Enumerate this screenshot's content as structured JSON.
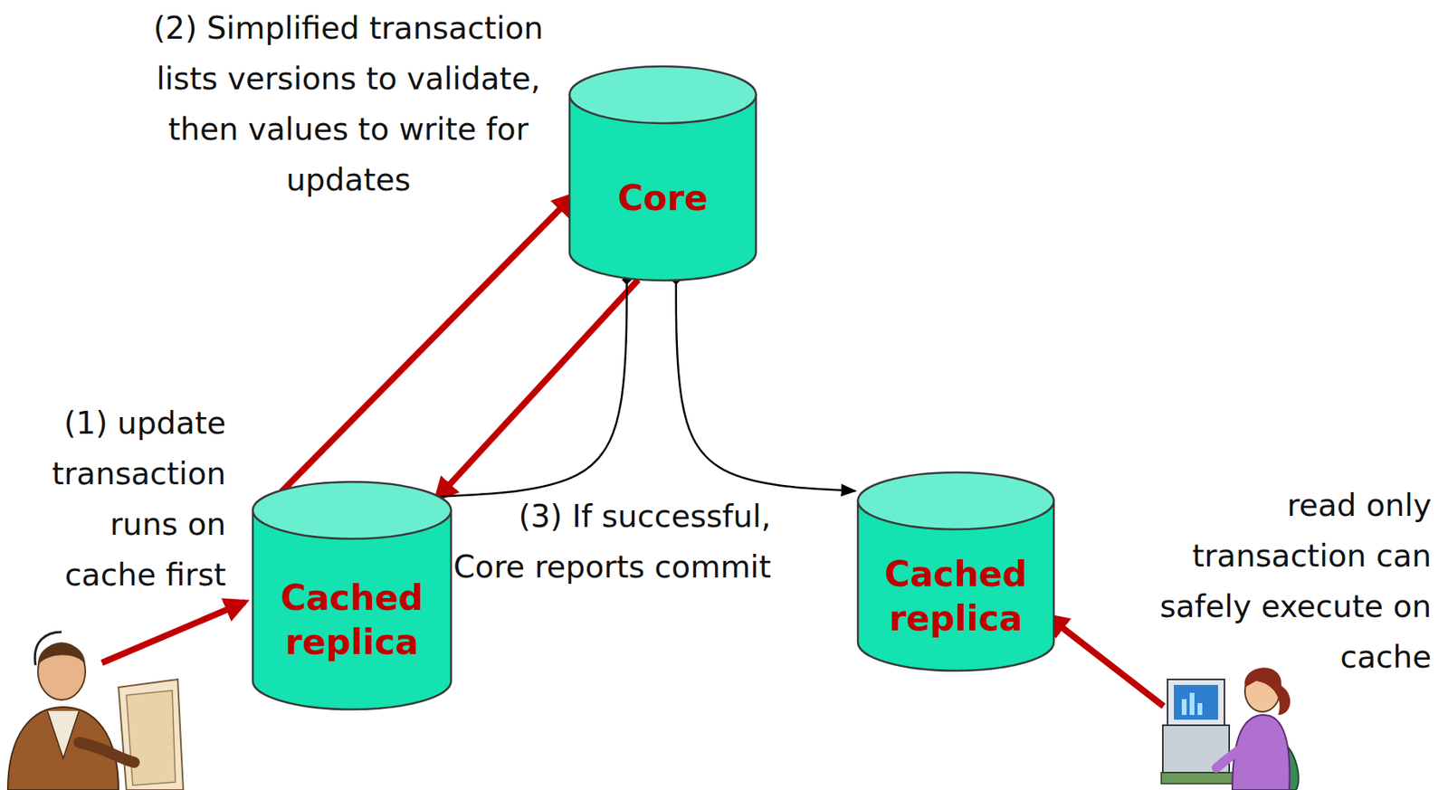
{
  "diagram": {
    "nodes": [
      {
        "text": [
          "Core"
        ]
      },
      {
        "text": [
          "Cached replica"
        ]
      },
      {
        "text": [
          "Cached replica"
        ]
      }
    ],
    "edges": [
      {
        "from": 1,
        "to": 0,
        "arrow": "to",
        "label": "(2) Simplified transaction lists versions to validate, then values to write for updates"
      },
      {
        "from": 0,
        "to": 1,
        "arrow": "to",
        "label": "(3) If successful, Core reports commit"
      },
      {
        "from": 0,
        "to": 1,
        "arrow": "none"
      },
      {
        "from": 0,
        "to": 2,
        "arrow": "to"
      }
    ],
    "labels": [
      "(1) update transaction runs on cache first",
      "read only transaction can safely execute on cache"
    ]
  }
}
